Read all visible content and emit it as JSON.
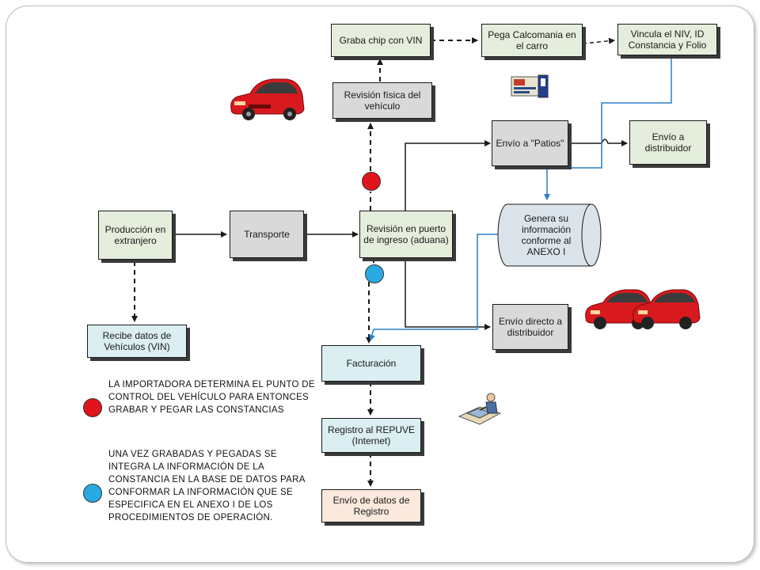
{
  "diagram": {
    "boxes": {
      "graba_chip": "Graba chip con VIN",
      "pega_calcomania": "Pega Calcomania en el carro",
      "vincula": "Vincula el NIV, ID Constancia y Folio",
      "revision_fisica": "Revisión física del vehículo",
      "envio_patios": "Envío a \"Patios\"",
      "envio_distribuidor": "Envío a distribuidor",
      "produccion": "Producción en extranjero",
      "transporte": "Transporte",
      "revision_puerto": "Revisión en puerto de ingreso (aduana)",
      "genera_info": "Genera su información conforme al ANEXO I",
      "recibe_datos": "Recibe datos de Vehículos (VIN)",
      "envio_directo": "Envío directo a distribuidor",
      "facturacion": "Facturación",
      "registro_repuve": "Registro al REPUVE (Internet)",
      "envio_datos": "Envío de datos de Registro"
    },
    "notes": {
      "red_note": "LA IMPORTADORA DETERMINA EL PUNTO DE CONTROL DEL VEHÍCULO PARA ENTONCES GRABAR Y PEGAR LAS CONSTANCIAS",
      "blue_note": "UNA VEZ GRABADAS Y PEGADAS SE INTEGRA LA INFORMACIÓN DE LA CONSTANCIA EN LA BASE DE DATOS PARA CONFORMAR LA INFORMACIÓN QUE SE ESPECIFICA EN EL ANEXO I DE LOS PROCEDIMIENTOS DE OPERACIÓN."
    },
    "colors": {
      "red_marker": "#e0141b",
      "blue_marker": "#29a9e1",
      "blue_line": "#2b7fc9",
      "green_box": "#e5eedd",
      "gray_box": "#d9d9d9",
      "blue_box": "#dbeef1",
      "peach_box": "#fbe9dd"
    },
    "icons": [
      "red-car-icon",
      "two-red-cars-icon",
      "sticker-icon",
      "computer-user-icon"
    ]
  }
}
